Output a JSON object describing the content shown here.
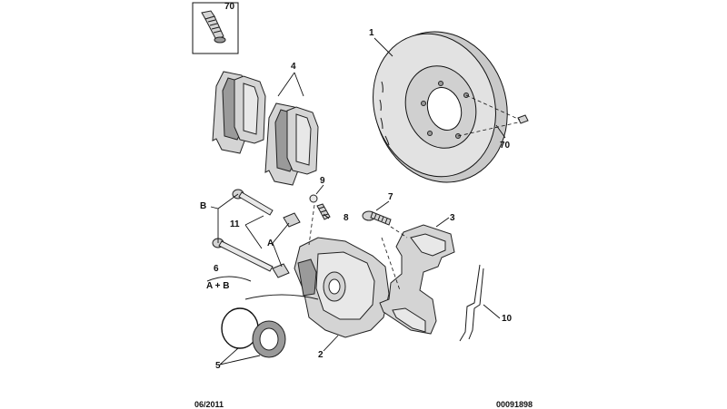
{
  "labels": {
    "ref_70_box": "70",
    "ref_1": "1",
    "ref_4": "4",
    "ref_70_disc": "70",
    "ref_9": "9",
    "ref_8": "8",
    "ref_7": "7",
    "ref_3": "3",
    "ref_B": "B",
    "ref_11": "11",
    "ref_A": "A",
    "ref_6": "6",
    "ref_AB": "A + B",
    "ref_10": "10",
    "ref_2": "2",
    "ref_5": "5"
  },
  "footer": {
    "date": "06/2011",
    "code": "00091898"
  }
}
